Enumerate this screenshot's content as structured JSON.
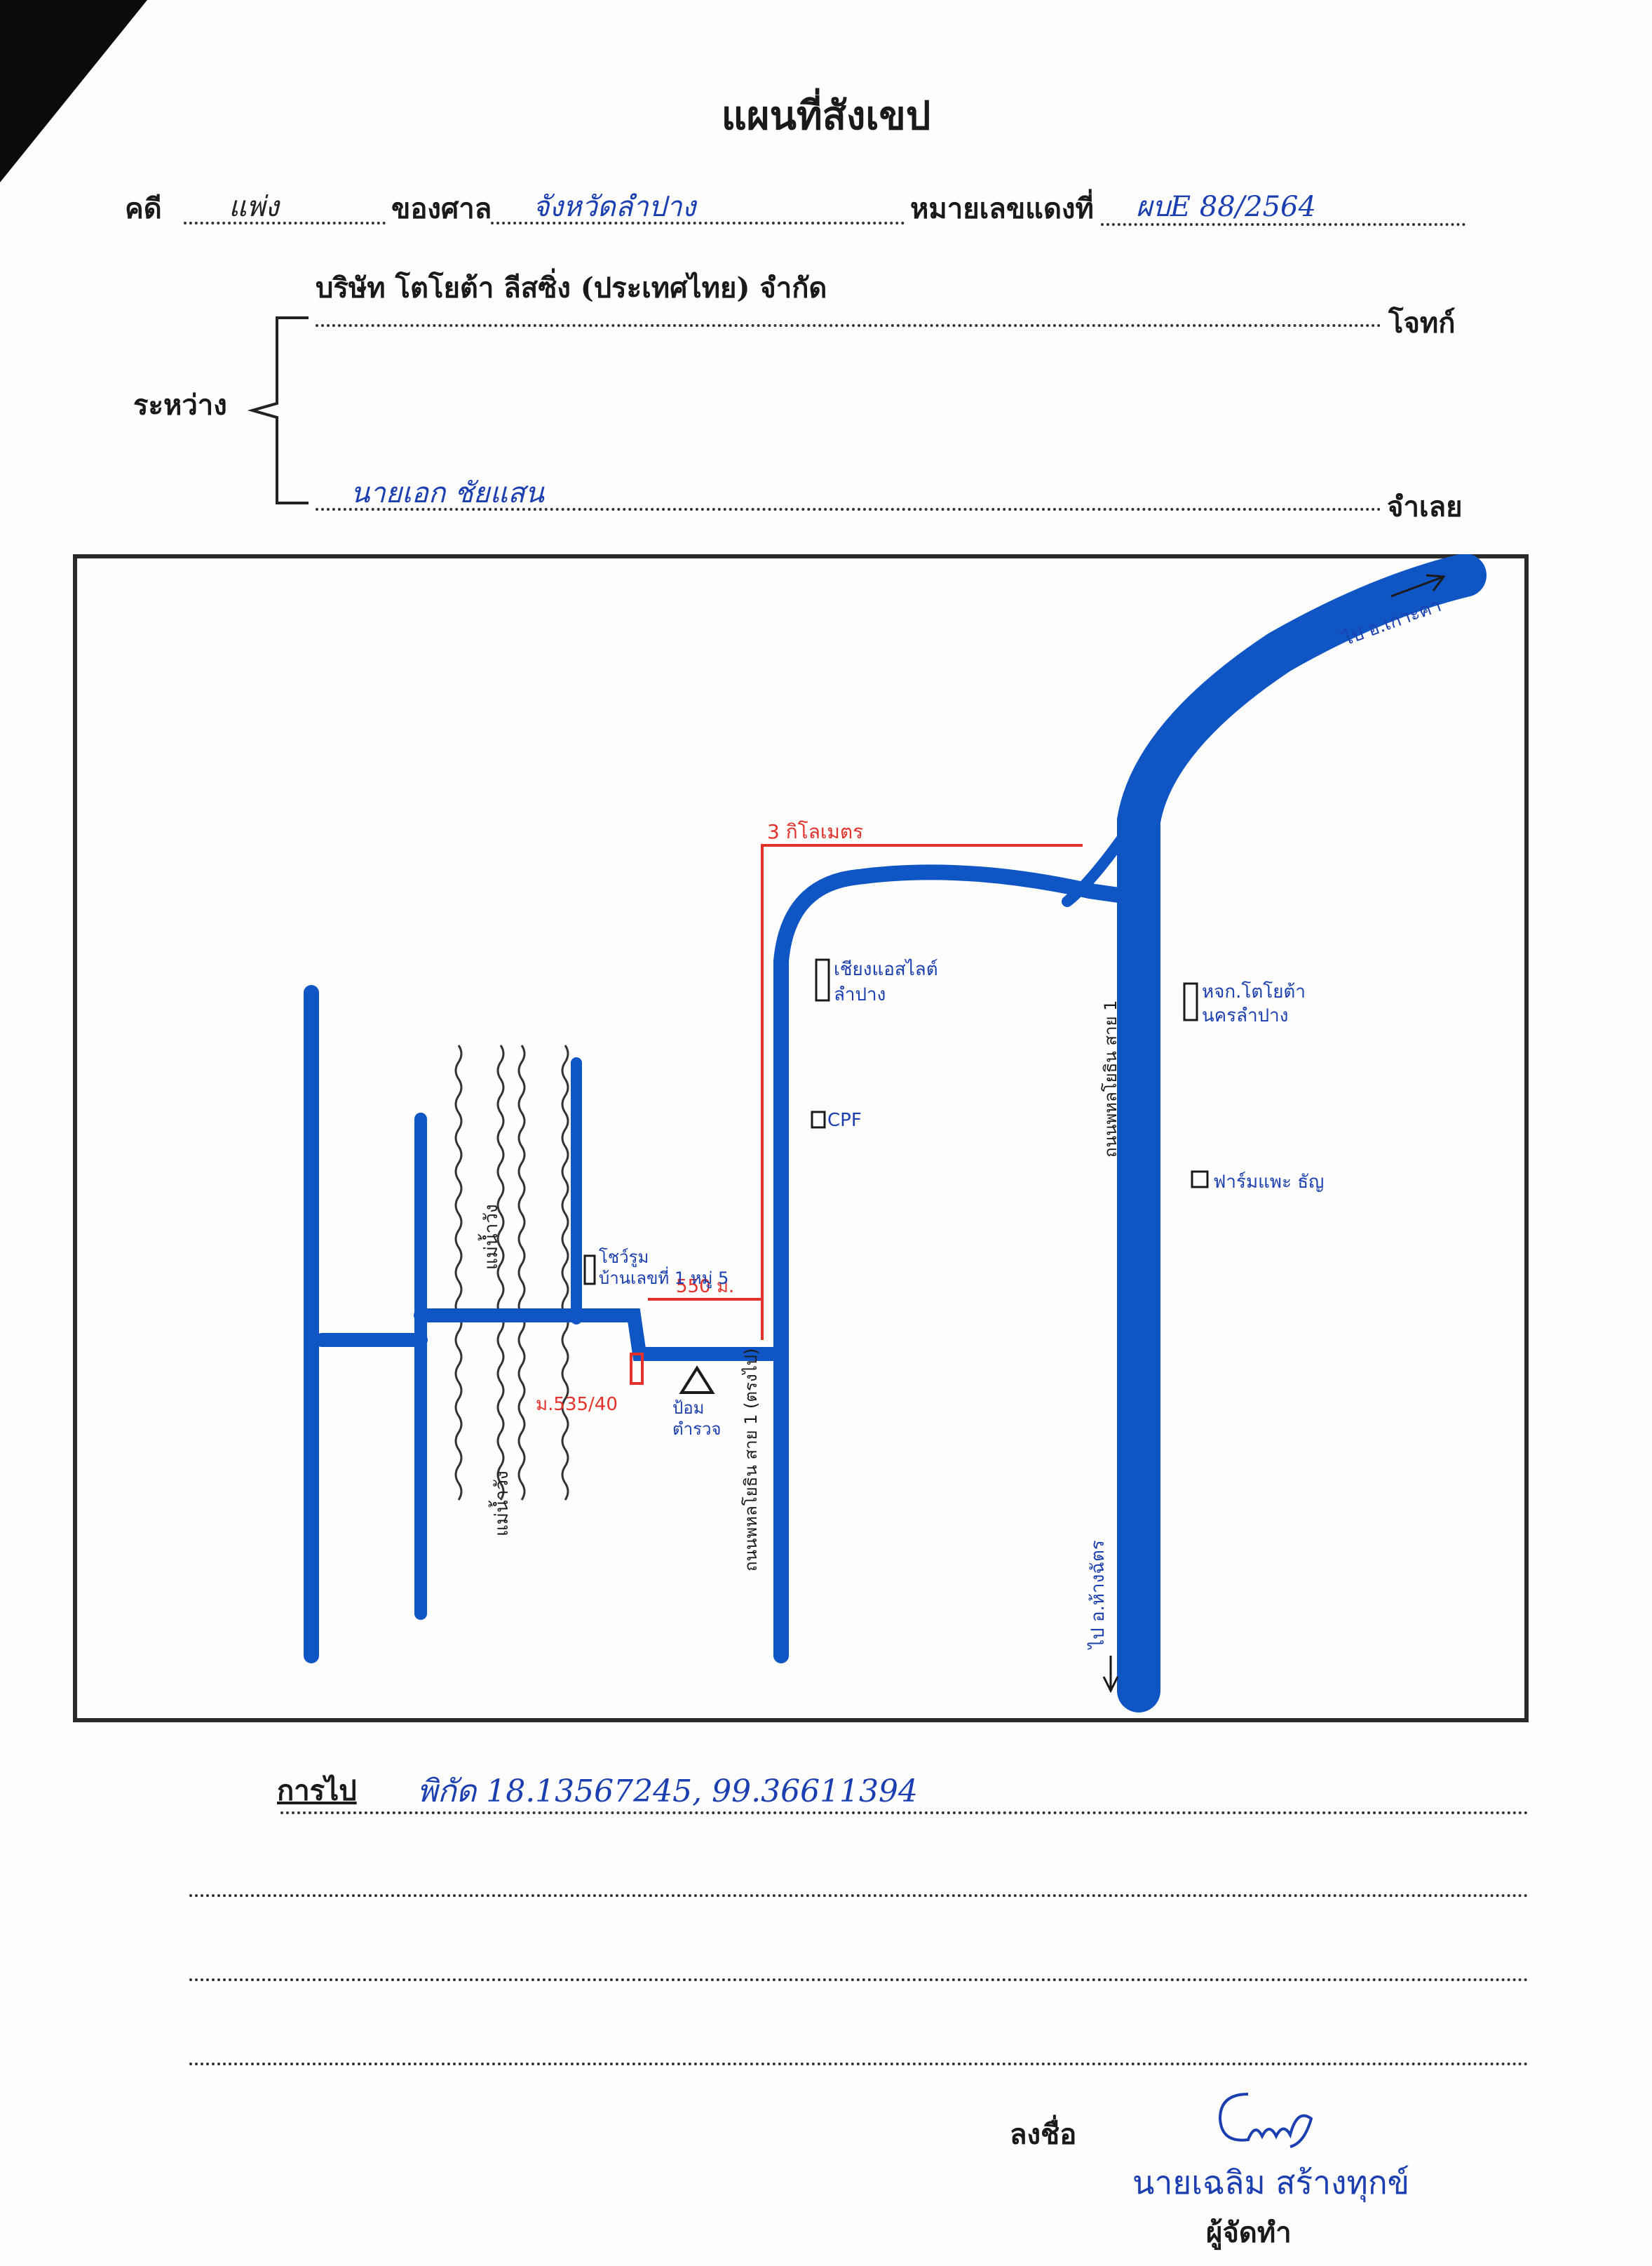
{
  "header": {
    "title": "แผนที่สังเขป",
    "case_label": "คดี",
    "case_type": "แพ่ง",
    "court_label": "ของศาล",
    "court_name": "จังหวัดลำปาง",
    "red_case_label": "หมายเลขแดงที่",
    "red_case_no": "ผบE 88/2564"
  },
  "parties": {
    "between_label": "ระหว่าง",
    "plaintiff": "บริษัท โตโยต้า ลีสซิ่ง (ประเทศไทย) จำกัด",
    "plaintiff_role": "โจทก์",
    "defendant": "นายเอก ชัยแสน",
    "defendant_role": "จำเลย"
  },
  "map": {
    "labels": {
      "to_top": "ไป อ.เกาะคา",
      "distance_3km": "3 กิโลเมตร",
      "distance_550m": "550 ม.",
      "highway_label": "ถนนพหลโยธิน สาย 1",
      "side_road_label": "ถนนพหลโยธิน สาย 1 (ตรงไป)",
      "building_1": "เชียงแอสไลต์",
      "building_1b": "ลำปาง",
      "building_2": "CPF",
      "building_3": "หจก.โตโยต้า",
      "building_3b": "นครลำปาง",
      "building_4": "ฟาร์มแพะ ธัญ",
      "shop": "โชว์รูม",
      "shop_b": "บ้านเลขที่ 1 หมู่ 5",
      "house_no": "ม.535/40",
      "landmark": "ป้อม",
      "landmark_b": "ตำรวจ",
      "river_1": "แม่น้ำวัง",
      "river_2": "แม่น้ำวัง",
      "to_bottom": "ไป อ.ห้างฉัตร"
    },
    "colors": {
      "road": "#0f56c4",
      "annotation": "#e3322b",
      "ink": "#1b3fb0"
    }
  },
  "directions": {
    "label": "การไป",
    "coords": "พิกัด 18.13567245, 99.36611394"
  },
  "signature": {
    "sign_label": "ลงชื่อ",
    "name": "นายเฉลิม สร้างทุกข์",
    "role": "ผู้จัดทำ"
  }
}
